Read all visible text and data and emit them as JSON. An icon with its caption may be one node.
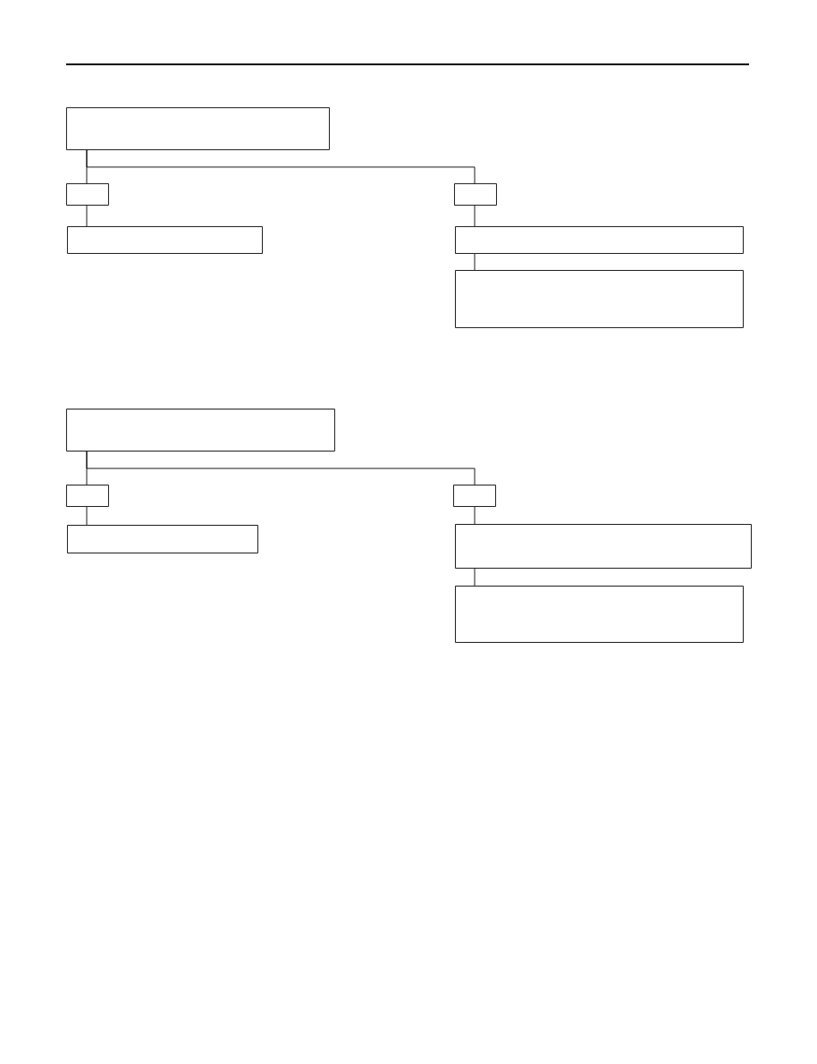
{
  "diagram": {
    "nodes": [
      {
        "text": [],
        "shape": "box"
      },
      {
        "text": [],
        "shape": "box"
      },
      {
        "text": [],
        "shape": "box"
      },
      {
        "text": [],
        "shape": "box"
      },
      {
        "text": [],
        "shape": "box"
      },
      {
        "text": [],
        "shape": "box"
      },
      {
        "text": [],
        "shape": "box"
      },
      {
        "text": [],
        "shape": "box"
      },
      {
        "text": [],
        "shape": "box"
      },
      {
        "text": [],
        "shape": "box"
      },
      {
        "text": [],
        "shape": "box"
      },
      {
        "text": [],
        "shape": "box"
      }
    ],
    "edges": [
      {
        "from": 0,
        "to": 1,
        "arrow": "none"
      },
      {
        "from": 0,
        "to": 2,
        "arrow": "none"
      },
      {
        "from": 1,
        "to": 3,
        "arrow": "none"
      },
      {
        "from": 2,
        "to": 4,
        "arrow": "none"
      },
      {
        "from": 4,
        "to": 5,
        "arrow": "none"
      },
      {
        "from": 6,
        "to": 7,
        "arrow": "none"
      },
      {
        "from": 6,
        "to": 8,
        "arrow": "none"
      },
      {
        "from": 7,
        "to": 9,
        "arrow": "none"
      },
      {
        "from": 8,
        "to": 10,
        "arrow": "none"
      },
      {
        "from": 10,
        "to": 11,
        "arrow": "none"
      }
    ]
  }
}
